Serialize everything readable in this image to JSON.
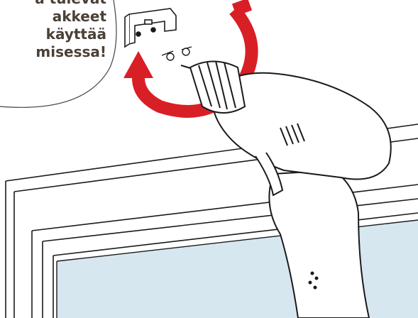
{
  "callout": {
    "lines": [
      "a tulevat",
      "akkeet",
      "käyttää",
      "misessa!"
    ]
  },
  "colors": {
    "arrow": "#d91f26",
    "outline": "#1a1a1a",
    "glass": "#d7e7ef",
    "callout_border": "#4a4036",
    "callout_text": "#4a4036"
  },
  "icons": {
    "rotation": "circular-arrow-icon",
    "tool": "power-drill-icon",
    "mount": "mounting-bracket-icon"
  }
}
